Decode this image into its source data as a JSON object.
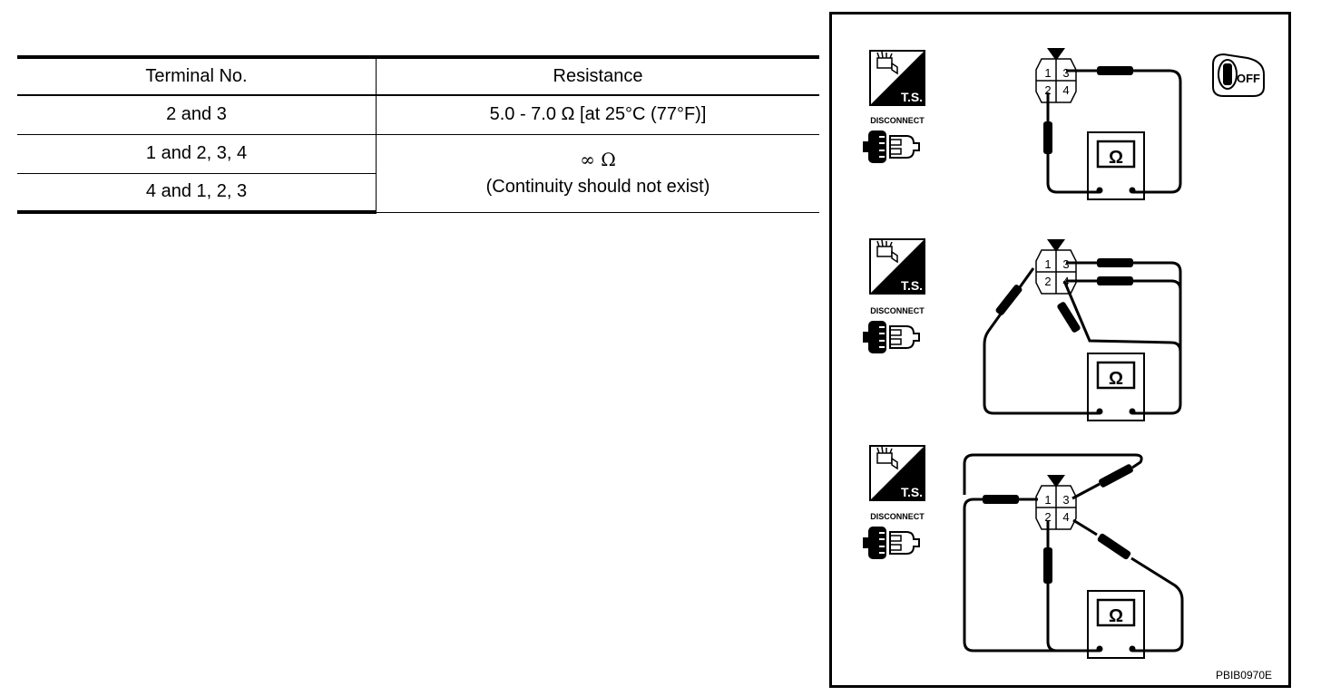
{
  "table": {
    "headers": [
      "Terminal No.",
      "Resistance"
    ],
    "rows": [
      {
        "terminals": "2 and 3",
        "resistance": "5.0 - 7.0 Ω [at 25°C (77°F)]"
      },
      {
        "terminals": "1 and 2, 3, 4"
      },
      {
        "terminals": "4 and 1, 2, 3"
      }
    ],
    "merged_resistance_line1": "∞ Ω",
    "merged_resistance_line2": "(Continuity should not exist)"
  },
  "diagrams": {
    "ts_label": "T.S.",
    "disconnect_label": "DISCONNECT",
    "ignition_label": "OFF",
    "ohm_symbol": "Ω",
    "terminals": [
      "1",
      "2",
      "3",
      "4"
    ],
    "figure_id": "PBIB0970E"
  }
}
